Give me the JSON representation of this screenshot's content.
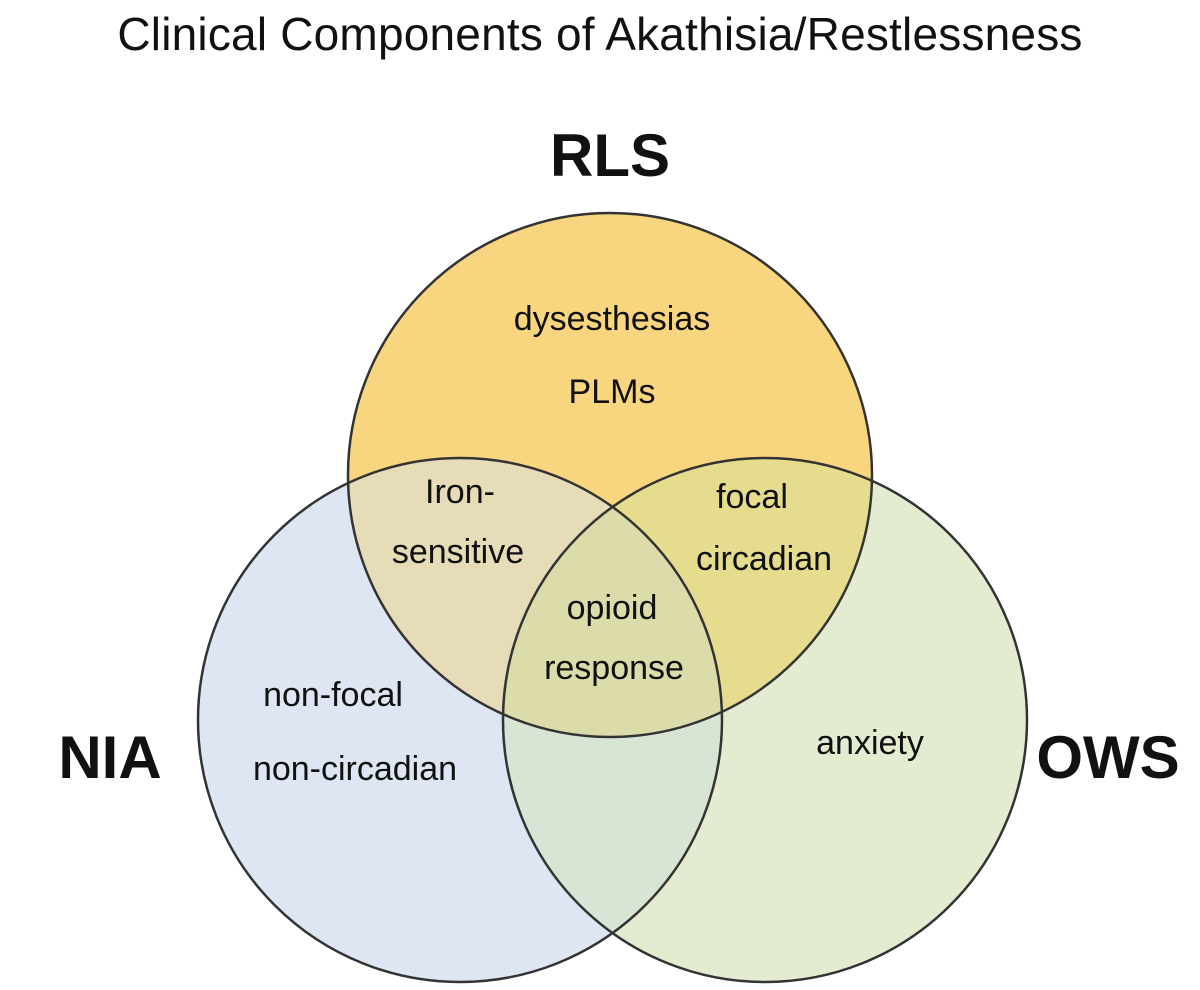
{
  "title": "Clinical Components of Akathisia/Restlessness",
  "sets": {
    "rls": {
      "label": "RLS",
      "color": "#f8d680"
    },
    "nia": {
      "label": "NIA",
      "color": "#dde6f2"
    },
    "ows": {
      "label": "OWS",
      "color": "#e3ecd1"
    }
  },
  "regions": {
    "rls_only": [
      "dysesthesias",
      "PLMs"
    ],
    "rls_nia": [
      "Iron-",
      "sensitive"
    ],
    "rls_ows": [
      "focal",
      "circadian"
    ],
    "all_three": [
      "opioid",
      "response"
    ],
    "nia_only": [
      "non-focal",
      "non-circadian"
    ],
    "ows_only": [
      "anxiety"
    ]
  }
}
